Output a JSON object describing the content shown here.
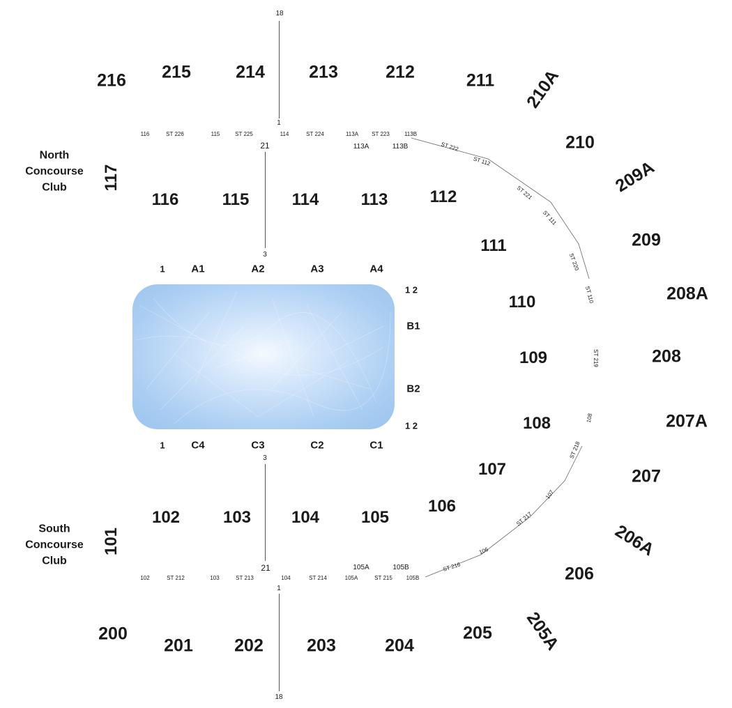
{
  "clubs": {
    "north": "North Concourse Club",
    "south": "South Concourse Club"
  },
  "sections_200_north": [
    "216",
    "215",
    "214",
    "213",
    "212",
    "211",
    "210A",
    "210",
    "209A",
    "209",
    "208A",
    "208"
  ],
  "sections_200_south": [
    "207A",
    "207",
    "206A",
    "206",
    "205A",
    "205",
    "204",
    "203",
    "202",
    "201",
    "200"
  ],
  "sections_100_north": [
    "117",
    "116",
    "115",
    "114",
    "113",
    "112",
    "111",
    "110",
    "109"
  ],
  "sections_100_south": [
    "108",
    "107",
    "106",
    "105",
    "104",
    "103",
    "102",
    "101"
  ],
  "row_markers": {
    "north_top": "18",
    "north_one": "1",
    "north_21": "21",
    "north_3": "3",
    "south_3": "3",
    "south_21": "21",
    "south_one": "1",
    "south_bottom": "18"
  },
  "north_aisle_labels": [
    "116",
    "ST 226",
    "115",
    "ST 225",
    "114",
    "ST 224",
    "113A",
    "ST 223",
    "113B",
    "113A",
    "113B"
  ],
  "south_aisle_labels": [
    "105A",
    "105B",
    "102",
    "ST 212",
    "103",
    "ST 213",
    "104",
    "ST 214",
    "105A",
    "ST 215",
    "105B"
  ],
  "east_aisle_labels": [
    "ST 222",
    "ST 112",
    "ST 221",
    "ST 111",
    "ST 220",
    "ST 110",
    "ST 219",
    "108",
    "ST 218",
    "107",
    "ST 217",
    "106",
    "ST 216"
  ],
  "floor": {
    "north": [
      "1",
      "A1",
      "A2",
      "A3",
      "A4"
    ],
    "east": [
      "1 2",
      "B1",
      "B2",
      "1 2"
    ],
    "south": [
      "1",
      "C4",
      "C3",
      "C2",
      "C1"
    ]
  }
}
